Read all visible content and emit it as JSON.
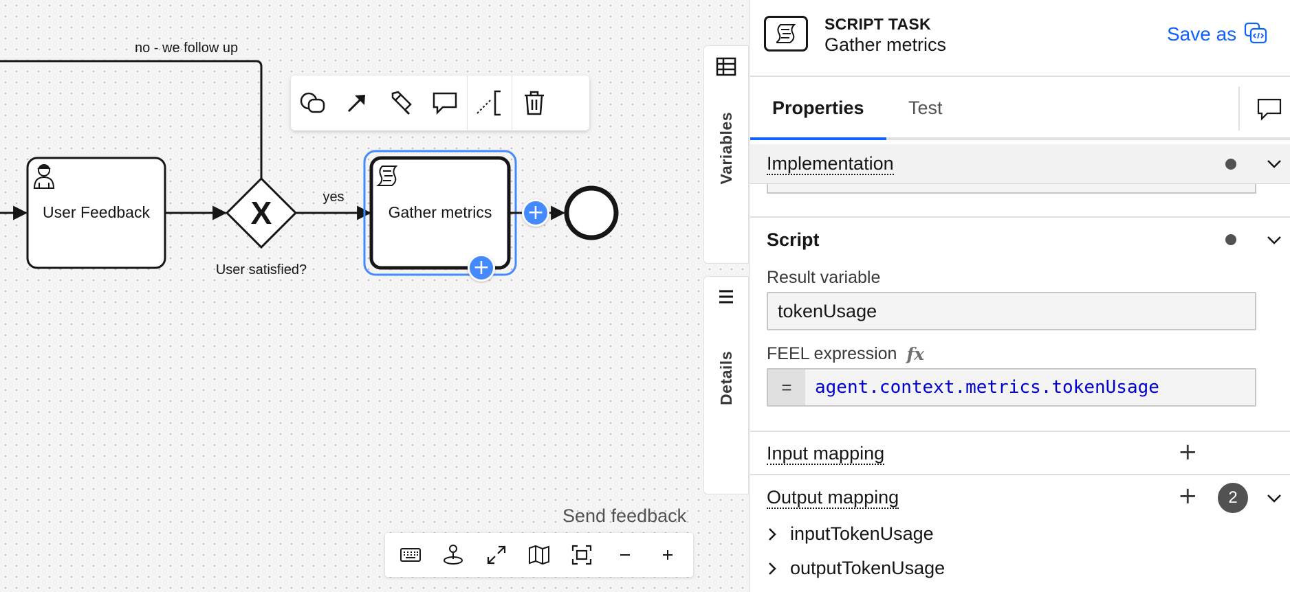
{
  "canvas": {
    "flow_label_top": "no - we follow up",
    "task_user_feedback": "User Feedback",
    "gateway_label": "User satisfied?",
    "flow_label_yes": "yes",
    "task_gather_metrics": "Gather metrics",
    "side_tabs": {
      "variables": "Variables",
      "details": "Details"
    },
    "send_feedback": "Send feedback",
    "selection_color": "#4589ff"
  },
  "panel": {
    "header": {
      "type": "SCRIPT TASK",
      "name": "Gather metrics",
      "save_as": "Save as"
    },
    "tabs": [
      {
        "label": "Properties",
        "active": true
      },
      {
        "label": "Test",
        "active": false
      }
    ],
    "groups": {
      "implementation": {
        "label": "Implementation"
      },
      "script": {
        "label": "Script",
        "result_variable_label": "Result variable",
        "result_variable_value": "tokenUsage",
        "feel_label": "FEEL expression",
        "feel_prefix": "=",
        "feel_value": "agent.context.metrics.tokenUsage"
      },
      "input_mapping": {
        "label": "Input mapping"
      },
      "output_mapping": {
        "label": "Output mapping",
        "count": "2",
        "items": [
          "inputTokenUsage",
          "outputTokenUsage"
        ]
      }
    },
    "accent_color": "#0f62fe"
  }
}
